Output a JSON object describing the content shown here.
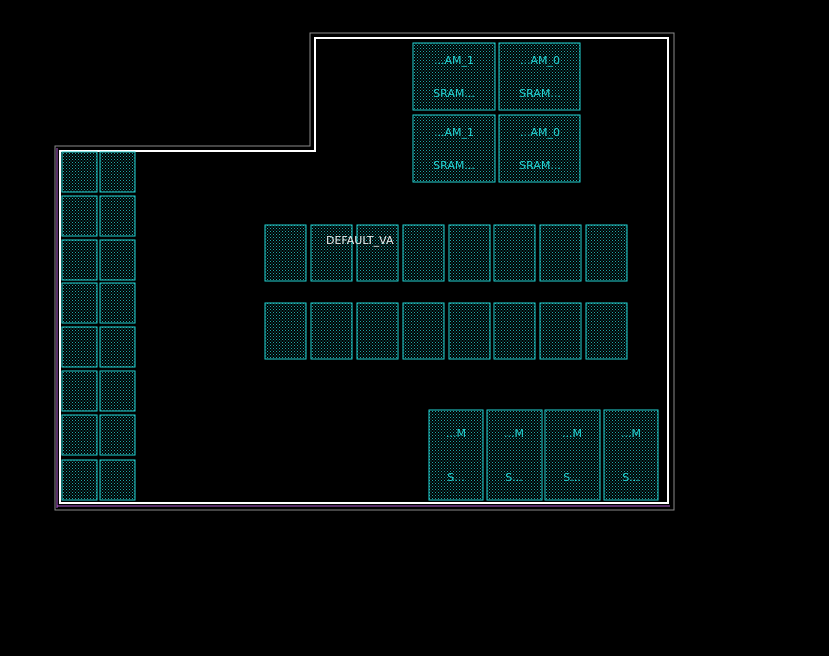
{
  "colors": {
    "background": "#000000",
    "cell_stroke": "#22d3d3",
    "cell_label": "#22d3d3",
    "boundary": "#ffffff",
    "outline": "#8a8a8a",
    "region_label": "#e8e8e8"
  },
  "region": {
    "label": "DEFAULT_VA"
  },
  "srams": [
    {
      "top": "...AM_1",
      "bottom": "SRAM..."
    },
    {
      "top": "...AM_0",
      "bottom": "SRAM..."
    },
    {
      "top": "...AM_1",
      "bottom": "SRAM..."
    },
    {
      "top": "...AM_0",
      "bottom": "SRAM..."
    }
  ],
  "macros_bottom": [
    {
      "top": "...M",
      "bottom": "S..."
    },
    {
      "top": "...M",
      "bottom": "S..."
    },
    {
      "top": "...M",
      "bottom": "S..."
    },
    {
      "top": "...M",
      "bottom": "S..."
    }
  ]
}
